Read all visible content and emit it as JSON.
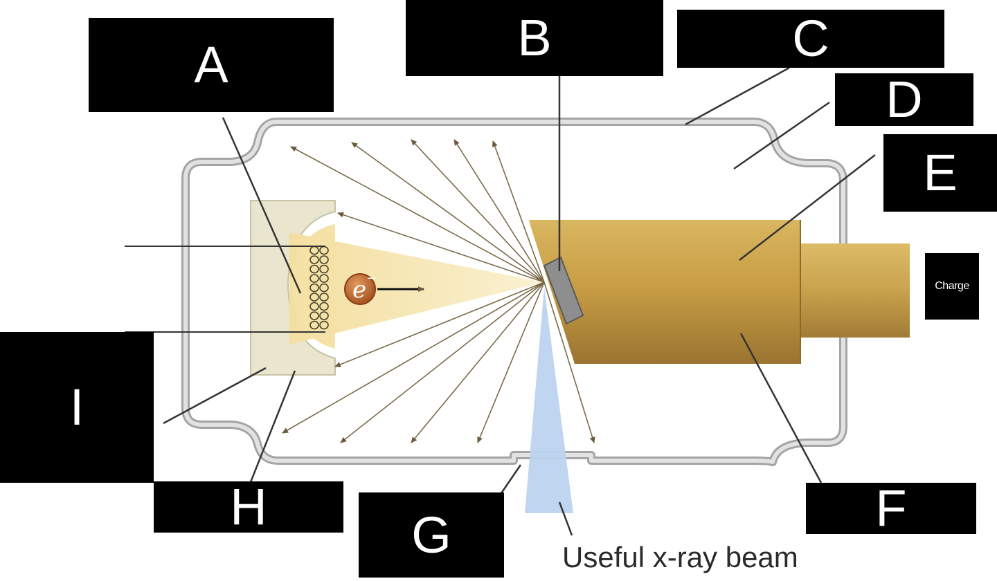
{
  "diagram": {
    "labels": {
      "A": "A",
      "B": "B",
      "C": "C",
      "D": "D",
      "E": "E",
      "F": "F",
      "G": "G",
      "H": "H",
      "I": "I",
      "charge": "Charge"
    },
    "electron_symbol": "e",
    "electron_charge": "−",
    "beam_caption": "Useful x-ray beam"
  },
  "colors": {
    "label_bg": "#000000",
    "label_text": "#ffffff",
    "tube_outline": "#9a9a9a",
    "tube_inner": "#d9d9d9",
    "cathode_cup": "#e8e4d0",
    "electron_beam": "#f6e6b2",
    "anode_gold": "#c8a24c",
    "target": "#8a8a8a",
    "xray_beam": "#bcd2ee",
    "electron": "#b8642a",
    "arrows": "#6a5a3a"
  }
}
